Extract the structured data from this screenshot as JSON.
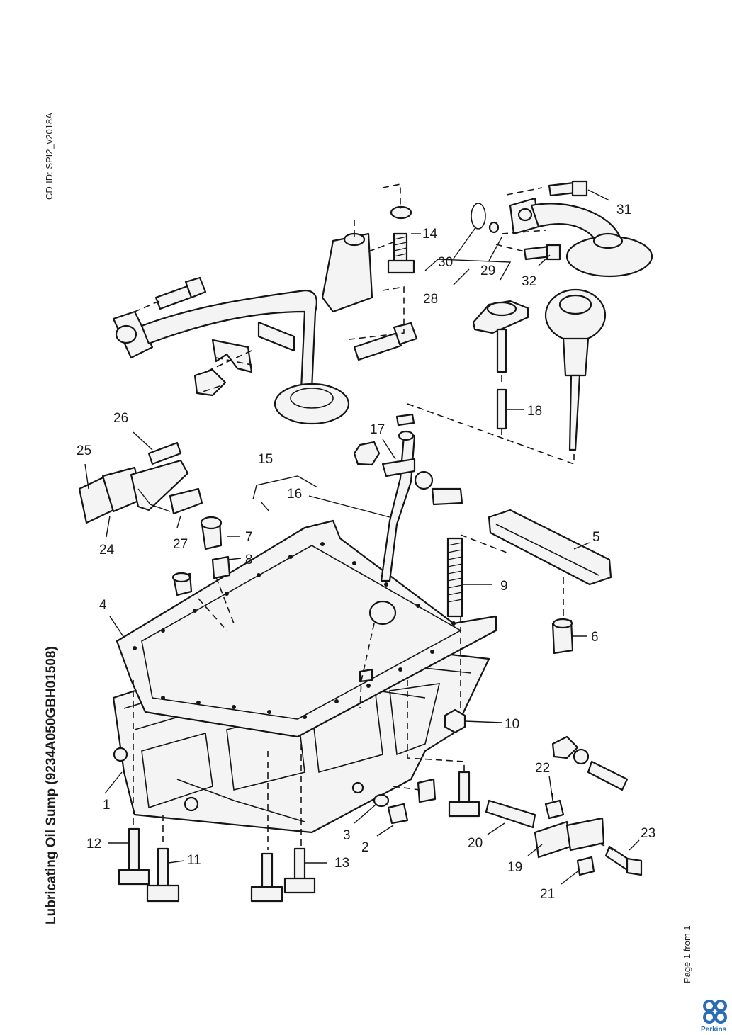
{
  "header": {
    "cd_id": "CD-ID: SPI2_v2018A"
  },
  "title": "Lubricating Oil Sump (9234A050GBH01508)",
  "footer": {
    "page_info": "Page 1 from 1",
    "brand": "Perkins"
  },
  "callouts": [
    "1",
    "2",
    "3",
    "4",
    "5",
    "6",
    "7",
    "8",
    "9",
    "10",
    "11",
    "12",
    "13",
    "14",
    "15",
    "16",
    "17",
    "18",
    "19",
    "20",
    "21",
    "22",
    "23",
    "24",
    "25",
    "26",
    "27",
    "28",
    "29",
    "30",
    "31",
    "32"
  ],
  "colors": {
    "line": "#151515",
    "brand": "#2a6db5"
  },
  "icons": {
    "logo": "perkins-logo"
  }
}
